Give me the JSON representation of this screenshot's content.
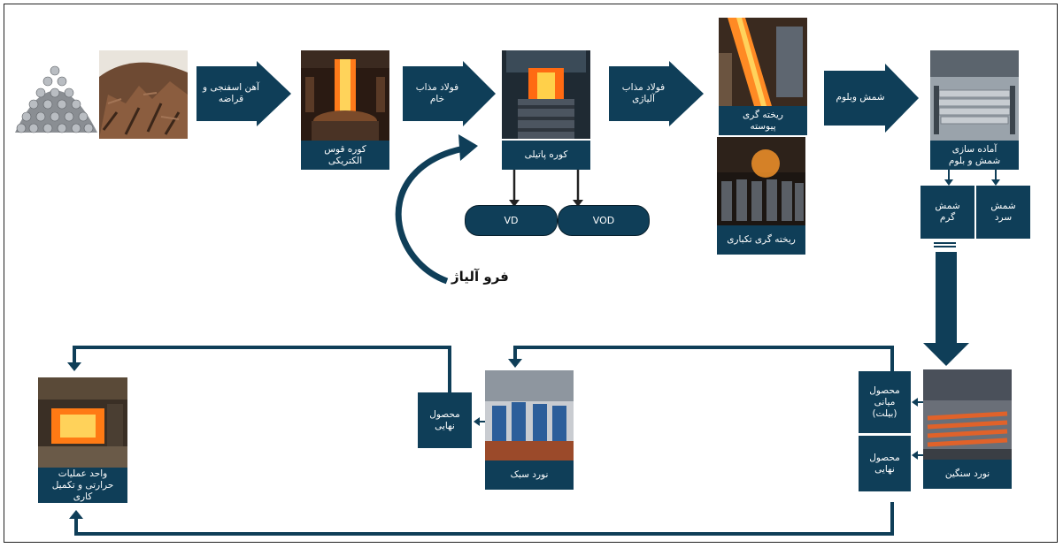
{
  "colors": {
    "box": "#0f3e58",
    "arrow": "#0f3e58"
  },
  "steps": {
    "iron_scrap": "آهن اسفنجی و\nقراضه",
    "raw_steel": "فولاد مذاب\nخام",
    "alloy_steel": "فولاد مذاب\nآلیاژی",
    "billet_bloom": "شمش وبلوم"
  },
  "labels": {
    "eaf": "کوره قوس\nالکتریکی",
    "ladle": "کوره پاتیلی",
    "vd": "VD",
    "vod": "VOD",
    "continuous": "ریخته گری\nپیوسته",
    "ingot": "ریخته گری تکباری",
    "prep": "آماده سازی\nشمش و بلوم",
    "hot": "شمش\nگرم",
    "cold": "شمش\nسرد",
    "heavy": "نورد سنگین",
    "inter": "محصول\nمیانی\n(بیلت)",
    "final_right": "محصول\nنهایی",
    "light": "نورد سبک",
    "final_mid": "محصول\nنهایی",
    "heat": "واحد عملیات\nحرارتی و تکمیل\nکاری"
  },
  "ferroalloy": "فرو آلیاژ",
  "icons": [
    "pellet-pile",
    "scrap-pile",
    "electric-arc-furnace",
    "ladle-furnace",
    "continuous-caster",
    "ingot-casting",
    "billet-yard",
    "heavy-rolling-mill",
    "light-rolling-mill",
    "heat-treatment-furnace"
  ]
}
